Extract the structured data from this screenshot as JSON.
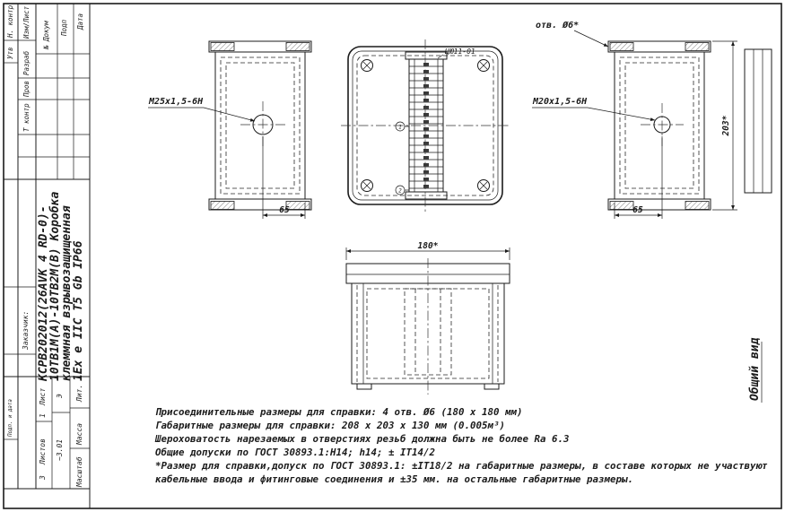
{
  "stamp": {
    "n_kontr": "Н. контр",
    "utv": "Утв",
    "izm_list": "Изм/Лист",
    "razrab": "Разраб",
    "prov": "Пров",
    "t_kontr": "Т контр",
    "n_dokum": "№ Докум",
    "podp": "Подп",
    "data": "Дата",
    "customer": "Заказчик:",
    "side_note": "Подп. и дата",
    "title_lines": [
      "КСРВ202012(26АVК 4 RD-0)-",
      "10ТВ1М(А)-10ТВ2М(В) Коробка",
      "клеммная взрывозащищенная",
      "1Ex e IIC T5 Gb IP66"
    ],
    "list_label": "Лист",
    "list_value": "1",
    "listov_label": "Листов",
    "listov_value": "3",
    "lit_label": "Лит.",
    "lit_value": "Э",
    "massa_label": "Масса",
    "massa_value": "~3.01",
    "masshtab_label": "Масштаб"
  },
  "view_title": "Общий вид",
  "annotations": {
    "thread_m25": "М25х1,5-6Н",
    "thread_m20": "М20х1,5-6Н",
    "hole_note": "отв. Ø6*",
    "terminal_ref": "ЦЮ11-01",
    "balloon_1": "1",
    "balloon_2": "2",
    "dim_65_left": "65",
    "dim_65_right": "65",
    "dim_180": "180*",
    "dim_height": "203*"
  },
  "notes": [
    "Присоединительные размеры для справки: 4 отв. Ø6 (180 х 180 мм)",
    "Габаритные размеры для справки: 208 х 203 х 130 мм (0.005м³)",
    "Шероховатость нарезаемых в отверстиях резьб должна быть не более Ra 6.3",
    "Общие допуски по ГОСТ 30893.1:H14; h14; ± IT14/2",
    "*Размер для справки,допуск по ГОСТ 30893.1: ±IT18/2 на габаритные размеры, в составе которых не участвуют",
    "кабельные ввода и фитинговые соединения и ±35 мм. на остальные габаритные размеры."
  ],
  "colors": {
    "line": "#1b1b1b",
    "paper": "#ffffff"
  }
}
